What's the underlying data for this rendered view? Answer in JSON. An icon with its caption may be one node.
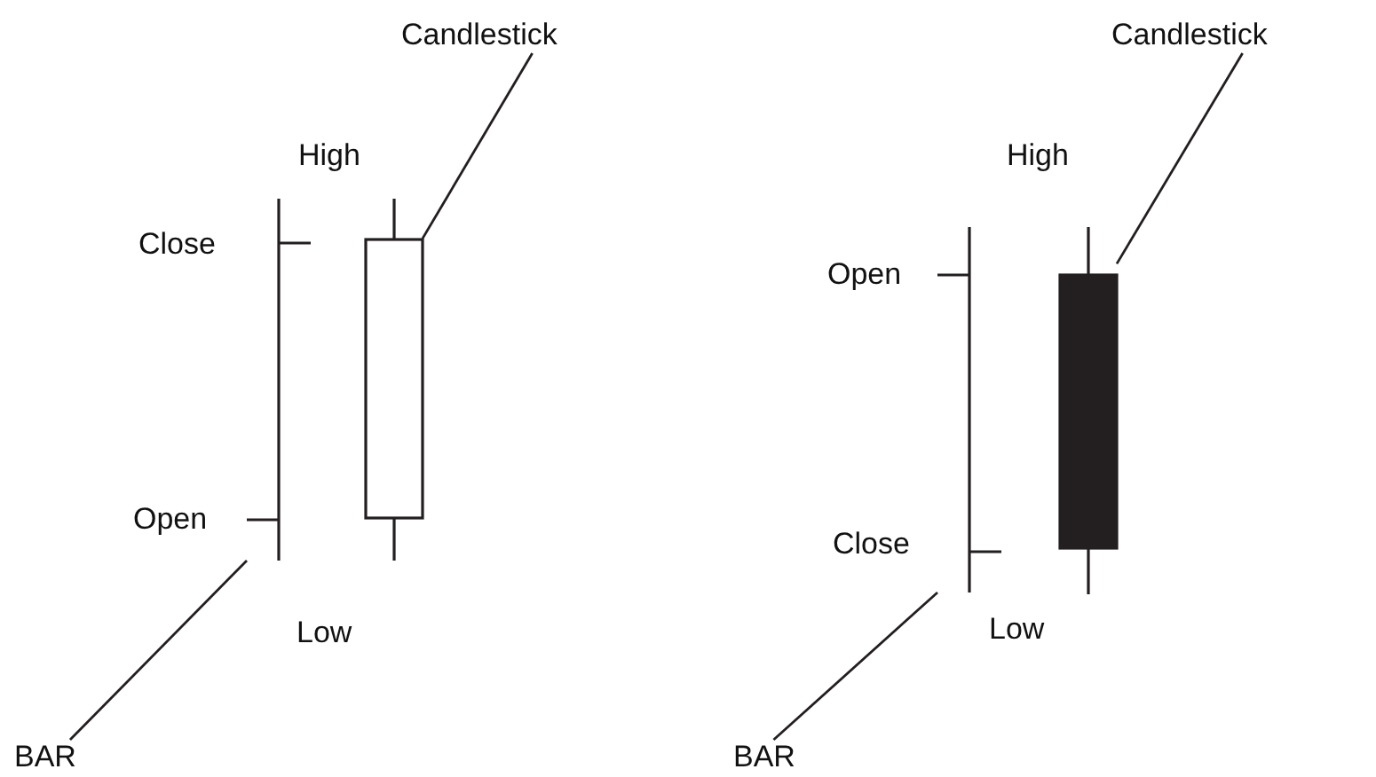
{
  "diagram": {
    "nodes": [
      {
        "text": [
          "Candlestick"
        ]
      },
      {
        "text": [],
        "shape": "picture"
      },
      {
        "text": [
          "BAR"
        ]
      },
      {
        "text": [],
        "shape": "picture"
      },
      {
        "text": [
          "Candlestick"
        ]
      },
      {
        "text": [],
        "shape": "picture"
      },
      {
        "text": [
          "BAR"
        ]
      },
      {
        "text": [],
        "shape": "picture"
      }
    ],
    "edges": [
      {
        "from": 0,
        "to": 3,
        "arrow": "none"
      },
      {
        "from": 2,
        "to": 1,
        "arrow": "none"
      },
      {
        "from": 4,
        "to": 7,
        "arrow": "none"
      },
      {
        "from": 6,
        "to": 5,
        "arrow": "none"
      }
    ],
    "labels": [
      "High",
      "Close",
      "Open",
      "Low",
      "High",
      "Open",
      "Close",
      "Low"
    ]
  }
}
